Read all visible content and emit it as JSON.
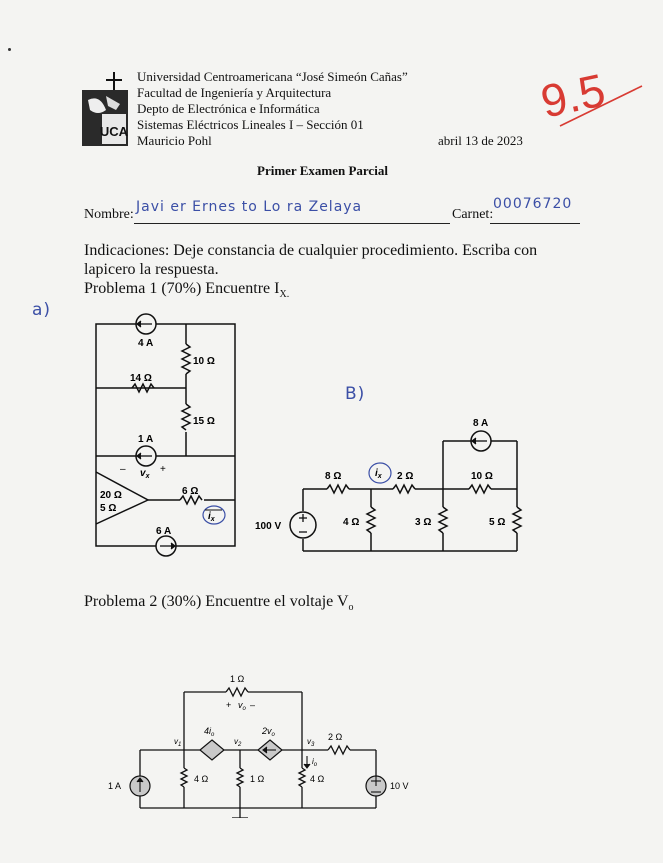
{
  "header": {
    "university": "Universidad Centroamericana “José Simeón Cañas”",
    "faculty": "Facultad de Ingeniería y Arquitectura",
    "department": "Depto de Electrónica e Informática",
    "course": "Sistemas Eléctricos Lineales I – Sección 01",
    "professor": "Mauricio Pohl",
    "date": "abril 13 de 2023",
    "logo_text": "UCA"
  },
  "grade": "9.5",
  "exam_title": "Primer Examen Parcial",
  "student": {
    "name_label": "Nombre:",
    "name_value": "Javi er Ernes to Lo ra Zelaya",
    "id_label": "Carnet:",
    "id_value": "00076720"
  },
  "instructions": {
    "line1": "Indicaciones: Deje constancia de cualquier procedimiento. Escriba con",
    "line2": "lapicero la respuesta."
  },
  "problem1": {
    "text": "Problema 1 (70%) Encuentre I",
    "subscript": "X."
  },
  "margin_note_a": "a)",
  "margin_note_b": "B)",
  "circuit_a": {
    "src_top": "4 A",
    "src_mid": "1 A",
    "src_bot": "6 A",
    "r10": "10 Ω",
    "r14": "14 Ω",
    "r15": "15 Ω",
    "r20": "20 Ω",
    "r5": "5 Ω",
    "r6": "6 Ω",
    "vx_minus": "–",
    "vx": "v",
    "vx_sub": "x",
    "vx_plus": "+",
    "ix": "i",
    "ix_sub": "x"
  },
  "circuit_b": {
    "src_8a": "8 A",
    "src_100v": "100 V",
    "r8": "8 Ω",
    "r2": "2 Ω",
    "r10": "10 Ω",
    "r4": "4 Ω",
    "r3": "3 Ω",
    "r5": "5 Ω",
    "ix": "i",
    "ix_sub": "x"
  },
  "problem2": {
    "text": "Problema 2 (30%) Encuentre el voltaje V",
    "subscript": "o"
  },
  "circuit_c": {
    "r_top": "1 Ω",
    "vo_plus": "+",
    "vo": "v",
    "vo_sub": "o",
    "vo_minus": "–",
    "v1": "v",
    "v1_sub": "1",
    "v2": "v",
    "v2_sub": "2",
    "v3": "v",
    "v3_sub": "3",
    "dep1": "4i",
    "dep1_sub": "o",
    "dep2": "2v",
    "dep2_sub": "o",
    "io": "i",
    "io_sub": "o",
    "r2": "2 Ω",
    "src_1a": "1 A",
    "r4a": "4 Ω",
    "r1": "1 Ω",
    "r4b": "4 Ω",
    "src_10v": "10 V"
  }
}
